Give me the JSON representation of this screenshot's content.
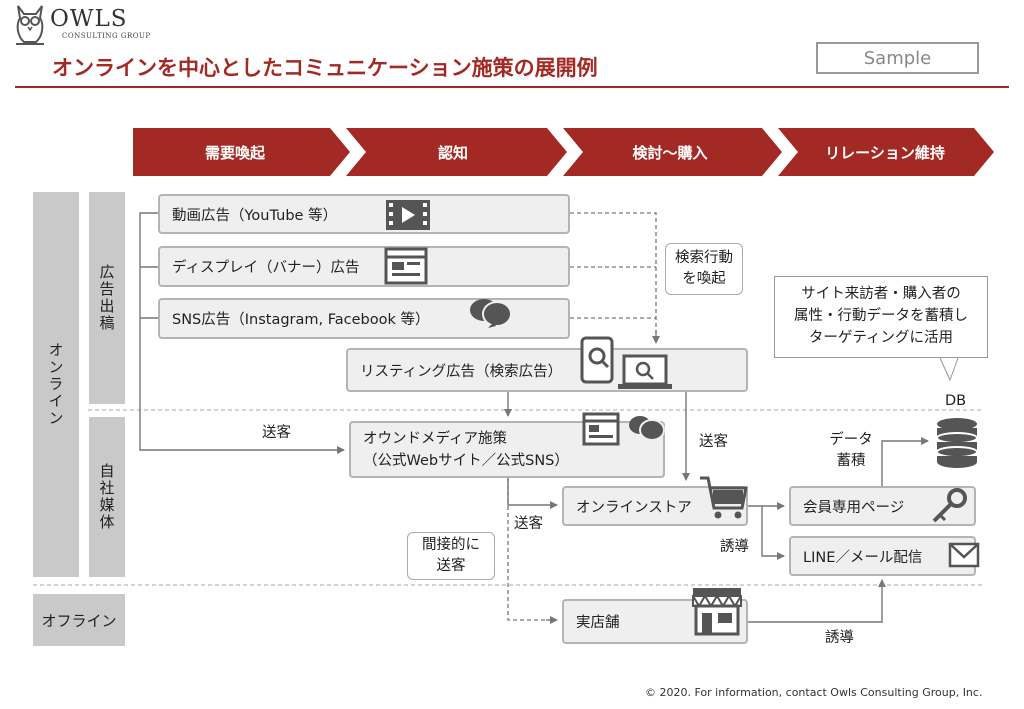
{
  "brand": {
    "name": "OWLS",
    "sub": "CONSULTING GROUP"
  },
  "title": "オンラインを中心としたコミュニケーション施策の展開例",
  "sample_label": "Sample",
  "stages": [
    "需要喚起",
    "認知",
    "検討～購入",
    "リレーション維持"
  ],
  "row_labels": {
    "online": "オンライン",
    "offline": "オフライン"
  },
  "sub_labels": {
    "ads": "広告出稿",
    "owned": "自社媒体"
  },
  "boxes": {
    "video_ad": "動画広告（YouTube 等）",
    "display_ad": "ディスプレイ（バナー）広告",
    "sns_ad": "SNS広告（Instagram, Facebook 等）",
    "listing_ad": "リスティング広告（検索広告）",
    "owned_media_line1": "オウンドメディア施策",
    "owned_media_line2": "（公式Webサイト／公式SNS）",
    "online_store": "オンラインストア",
    "member_page": "会員専用ページ",
    "line_mail": "LINE／メール配信",
    "real_store": "実店舗"
  },
  "notes": {
    "search_behavior": [
      "検索行動",
      "を喚起"
    ],
    "send_1": "送客",
    "send_2": "送客",
    "send_3": "送客",
    "indirect": [
      "間接的に",
      "送客"
    ],
    "data_accum": [
      "データ",
      "蓄積"
    ],
    "guide_1": "誘導",
    "guide_2": "誘導",
    "db": "DB",
    "callout": [
      "サイト来訪者・購入者の",
      "属性・行動データを蓄積し",
      "ターゲティングに活用"
    ]
  },
  "copyright": "© 2020. For information, contact Owls Consulting Group, Inc.",
  "colors": {
    "accent": "#a32a24",
    "label_bg": "#c9c9c9",
    "box_bg": "#efefef",
    "box_border": "#b4b4b4",
    "icon": "#555555"
  },
  "icons": [
    "owl-logo-icon",
    "video-icon",
    "display-icon",
    "chat-icon",
    "smartphone-search-icon",
    "laptop-search-icon",
    "web-chat-icon",
    "cart-icon",
    "key-icon",
    "mail-icon",
    "shop-icon",
    "database-icon"
  ]
}
